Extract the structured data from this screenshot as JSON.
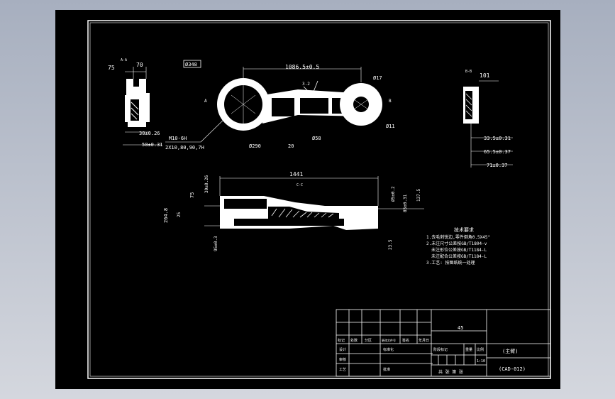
{
  "drawing": {
    "dims": {
      "d_75": "75",
      "d_70": "70",
      "d_348": "Ø348",
      "d_1086": "1086.5±0.5",
      "d_17": "Ø17",
      "d_101": "101",
      "d_30": "30±0.26",
      "d_50": "50±0.31",
      "d_290": "Ø290",
      "d_20": "20",
      "d_58": "Ø58",
      "d_11": "Ø11",
      "d_335": "33.5±0.31",
      "d_655": "65.5±0.37",
      "d_71": "71±0.37",
      "d_1441": "1441",
      "d_75b": "75",
      "d_30b": "30±0.26",
      "d_65": "Ø5±0.2",
      "d_85": "85±0.31",
      "d_1375": "137.5",
      "d_264": "264.8",
      "d_25": "25",
      "d_95": "95±0.3",
      "d_235": "23.5",
      "thread_1": "M10-6H",
      "thread_2": "2X10,80,90,7H"
    },
    "section_marks": {
      "a": "A-A",
      "b": "B-B",
      "c": "C-C"
    },
    "tech_notes": {
      "title": "技术要求",
      "line1": "1.去毛刺锐边,零件倒角0.5X45°",
      "line2": "2.未注尺寸公差按GB/T1804-v",
      "line3": "未注形位公差按GB/T1184-L",
      "line4": "未注配合公差按GB/T1184-L",
      "line5": "3.工艺: 按图纸统一处理"
    }
  },
  "title_block": {
    "material": "45",
    "part_name": "(主臂)",
    "drawing_no": "(CAD-012)",
    "labels": {
      "mark": "标记",
      "count": "处数",
      "zone": "分区",
      "doc_no": "更改文件号",
      "sign": "签名",
      "date": "年月日",
      "design": "设计",
      "std": "标准化",
      "stage": "阶段标记",
      "weight": "重量",
      "scale": "比例",
      "check": "审核",
      "process": "工艺",
      "approve": "批准",
      "sheets": "共 张 第 张",
      "scale_val": "1:10"
    }
  }
}
